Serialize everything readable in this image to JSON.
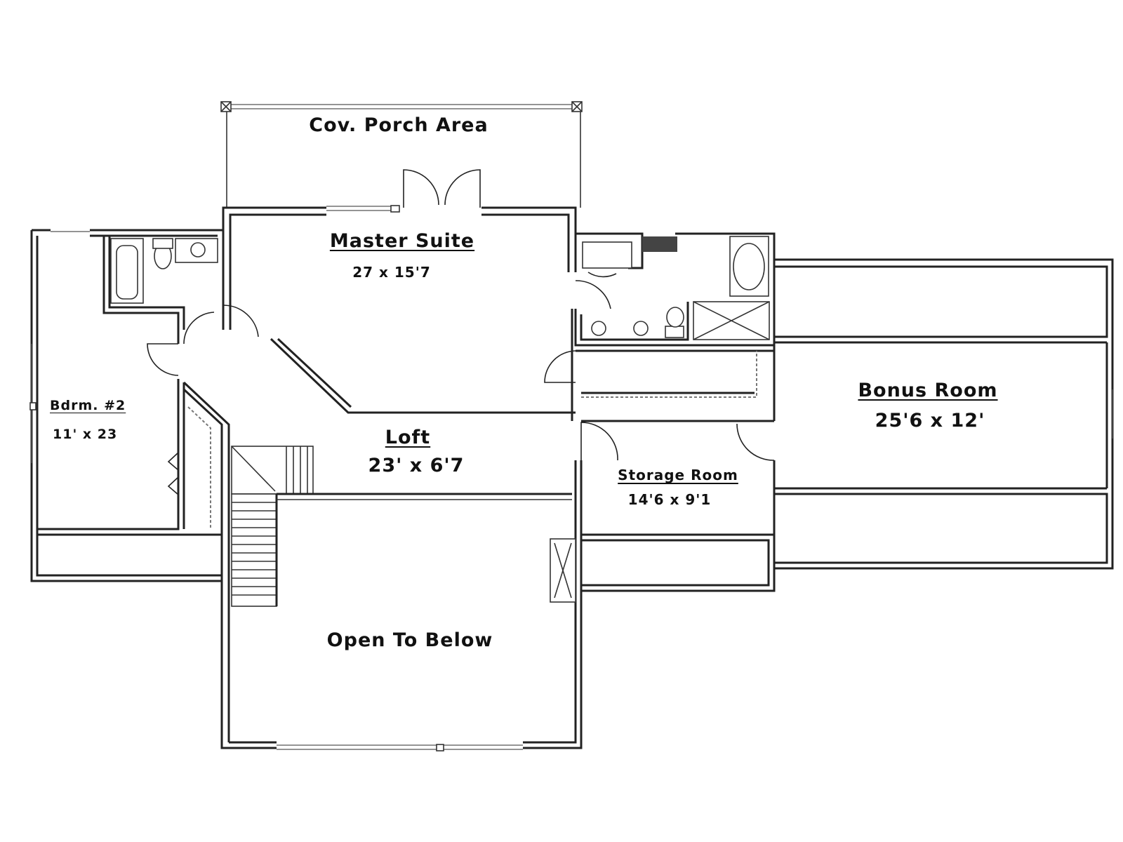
{
  "rooms": {
    "porch": {
      "name": "Cov. Porch Area"
    },
    "master": {
      "name": "Master Suite",
      "dims": "27 x 15'7"
    },
    "bdrm2": {
      "name": "Bdrm. #2",
      "dims": "11' x 23"
    },
    "loft": {
      "name": "Loft",
      "dims": "23' x 6'7"
    },
    "storage": {
      "name": "Storage Room",
      "dims": "14'6 x 9'1"
    },
    "bonus": {
      "name": "Bonus Room",
      "dims": "25'6 x 12'"
    },
    "open": {
      "name": "Open To Below"
    }
  }
}
